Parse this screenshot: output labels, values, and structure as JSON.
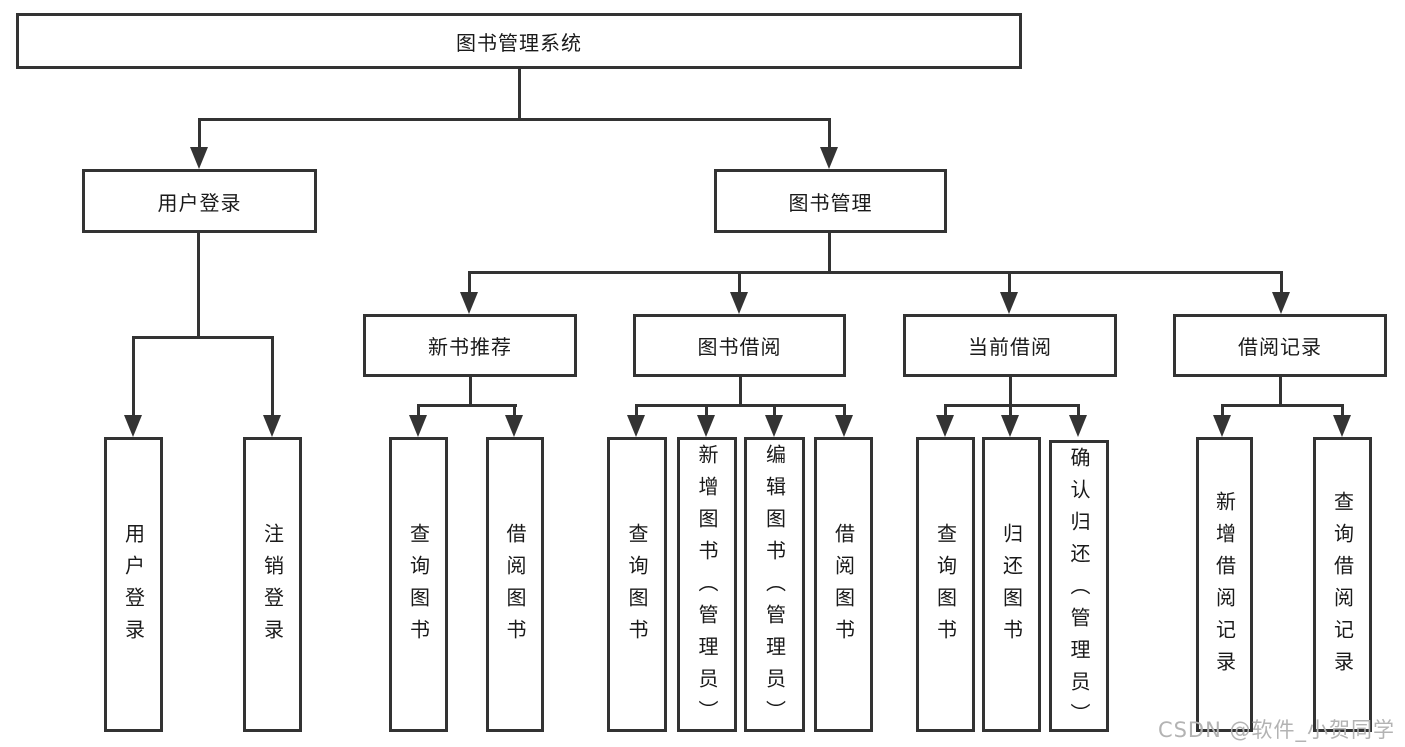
{
  "diagram": {
    "title": "图书管理系统",
    "level2": [
      {
        "label": "用户登录"
      },
      {
        "label": "图书管理"
      }
    ],
    "level3": [
      {
        "label": "新书推荐"
      },
      {
        "label": "图书借阅"
      },
      {
        "label": "当前借阅"
      },
      {
        "label": "借阅记录"
      }
    ],
    "level4": [
      {
        "label": "用户登录"
      },
      {
        "label": "注销登录"
      },
      {
        "label": "查询图书"
      },
      {
        "label": "借阅图书"
      },
      {
        "label": "查询图书"
      },
      {
        "label": "新增图书（管理员）"
      },
      {
        "label": "编辑图书（管理员）"
      },
      {
        "label": "借阅图书"
      },
      {
        "label": "查询图书"
      },
      {
        "label": "归还图书"
      },
      {
        "label": "确认归还（管理员）"
      },
      {
        "label": "新增借阅记录"
      },
      {
        "label": "查询借阅记录"
      }
    ]
  },
  "colors": {
    "line": "#333333",
    "text": "#1a1a1a",
    "background": "#ffffff",
    "watermark": "#b3b3b3"
  },
  "watermark": {
    "text": "CSDN @软件_小贺同学"
  }
}
